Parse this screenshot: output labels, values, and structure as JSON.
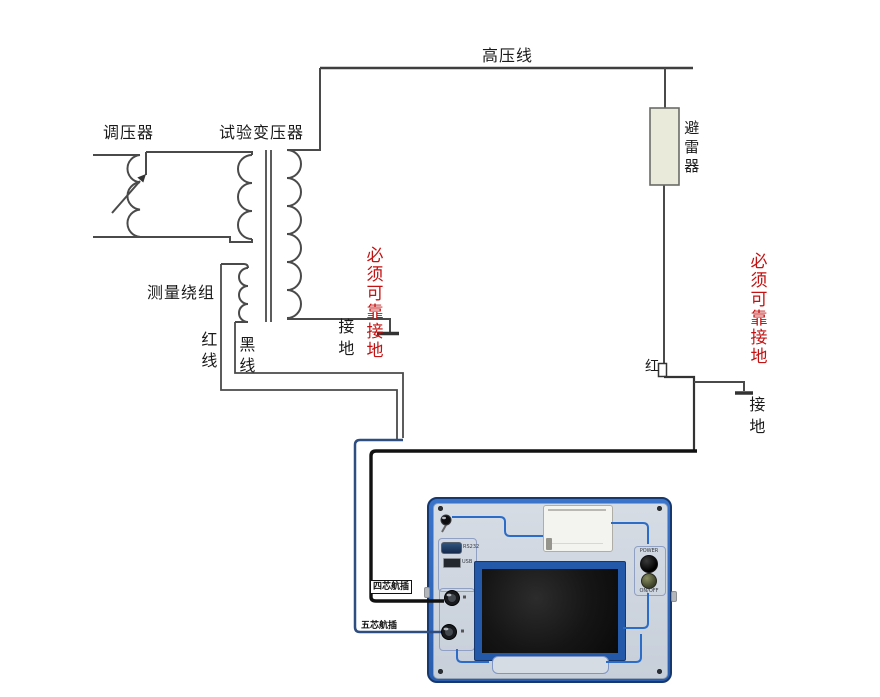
{
  "diagram": {
    "hv_line": "高压线",
    "regulator": "调压器",
    "transformer": "试验变压器",
    "measuring_winding": "测量绕组",
    "red_wire": "红线",
    "black_wire": "黑线",
    "ground_left": "接地",
    "warning_left": "必须可靠接地",
    "arrester": "避雷器",
    "red_short": "红",
    "warning_right": "必须可靠接地",
    "ground_right": "接地",
    "plug_four": "四芯航插",
    "plug_five": "五芯航插"
  },
  "device": {
    "rs232_label": "RS232",
    "usb_label": "USB",
    "power_label": "POWER",
    "onoff_label": "ON/OFF"
  },
  "colors": {
    "wire_gray": "#4a4a4a",
    "wire_black": "#111111",
    "wire_blue": "#2e4d80",
    "warning_red": "#c41111",
    "arrester_fill": "#e9ead9",
    "device_frame_blue": "#2e66bb",
    "panel_gray": "#d2d9e1",
    "panel_line_blue": "#2a6cc8"
  }
}
